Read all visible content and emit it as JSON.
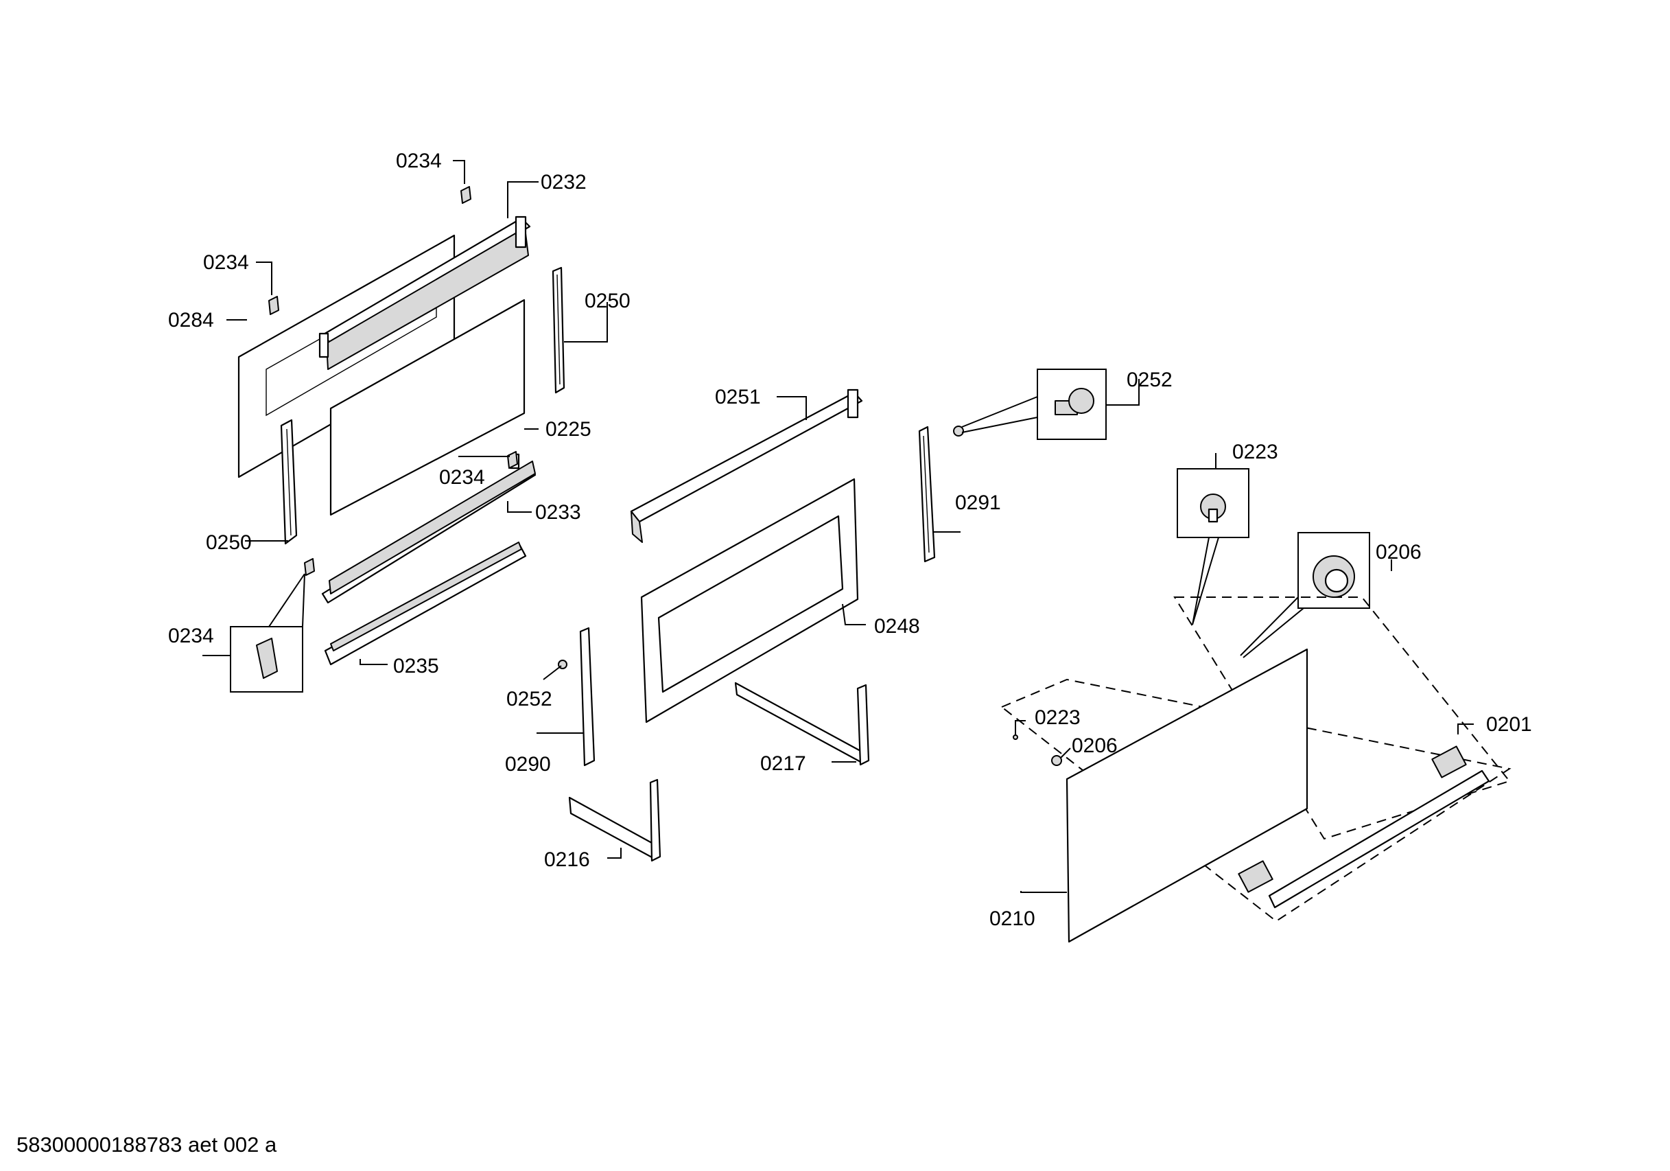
{
  "drawing": {
    "doc_id": "58300000188783 aet 002 a"
  },
  "labels": [
    {
      "id": "l-0234-a",
      "text": "0234"
    },
    {
      "id": "l-0232",
      "text": "0232"
    },
    {
      "id": "l-0234-b",
      "text": "0234"
    },
    {
      "id": "l-0284",
      "text": "0284"
    },
    {
      "id": "l-0250-a",
      "text": "0250"
    },
    {
      "id": "l-0225",
      "text": "0225"
    },
    {
      "id": "l-0234-c",
      "text": "0234"
    },
    {
      "id": "l-0233",
      "text": "0233"
    },
    {
      "id": "l-0250-b",
      "text": "0250"
    },
    {
      "id": "l-0234-d",
      "text": "0234"
    },
    {
      "id": "l-0235",
      "text": "0235"
    },
    {
      "id": "l-0252-a",
      "text": "0252"
    },
    {
      "id": "l-0290",
      "text": "0290"
    },
    {
      "id": "l-0251",
      "text": "0251"
    },
    {
      "id": "l-0248",
      "text": "0248"
    },
    {
      "id": "l-0217",
      "text": "0217"
    },
    {
      "id": "l-0216",
      "text": "0216"
    },
    {
      "id": "l-0252-b",
      "text": "0252"
    },
    {
      "id": "l-0291",
      "text": "0291"
    },
    {
      "id": "l-0223-a",
      "text": "0223"
    },
    {
      "id": "l-0206-a",
      "text": "0206"
    },
    {
      "id": "l-0223-b",
      "text": "0223"
    },
    {
      "id": "l-0206-b",
      "text": "0206"
    },
    {
      "id": "l-0201",
      "text": "0201"
    },
    {
      "id": "l-0210",
      "text": "0210"
    }
  ]
}
